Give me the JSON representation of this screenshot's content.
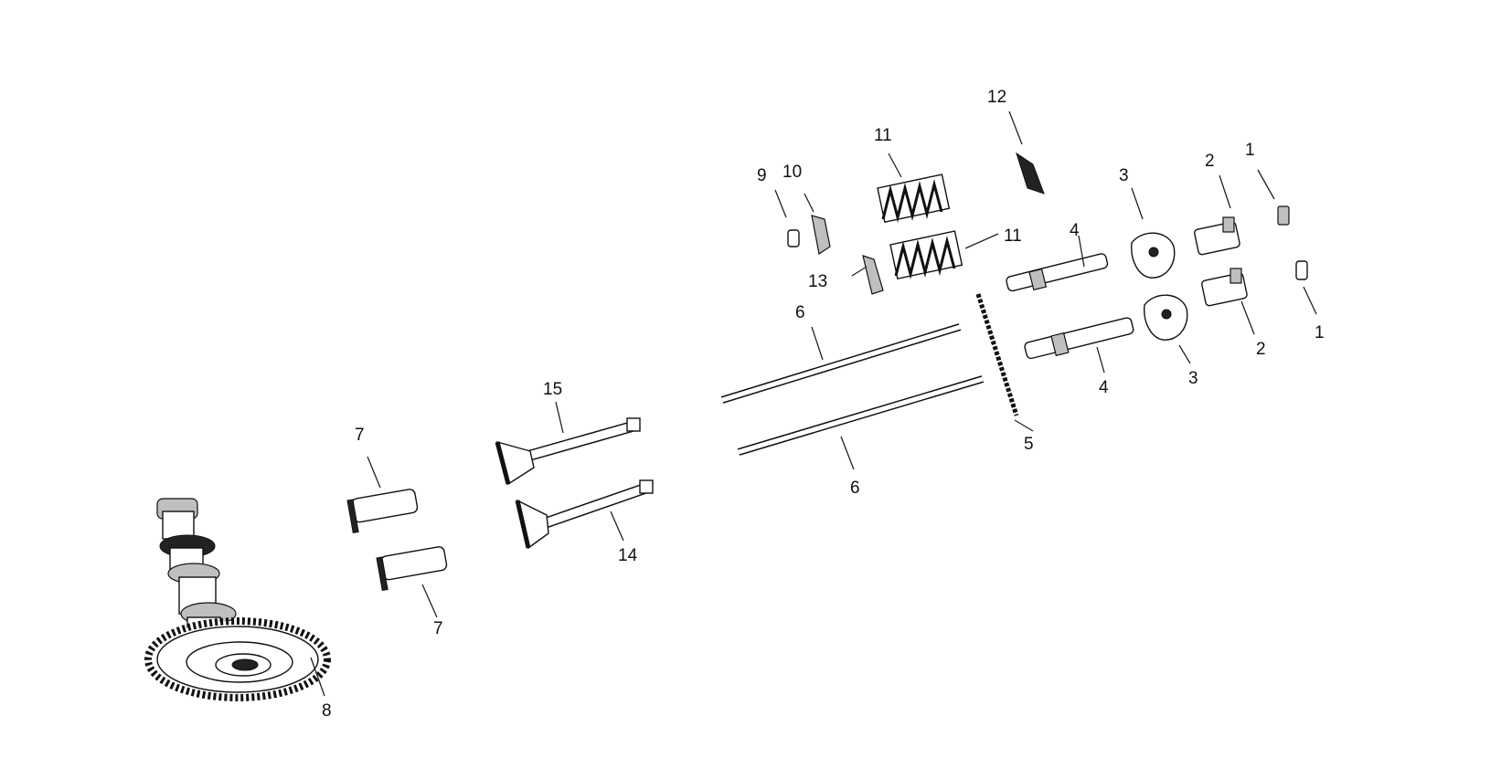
{
  "diagram": {
    "callouts": [
      {
        "id": "c1a",
        "text": "1"
      },
      {
        "id": "c1b",
        "text": "1"
      },
      {
        "id": "c2a",
        "text": "2"
      },
      {
        "id": "c2b",
        "text": "2"
      },
      {
        "id": "c3a",
        "text": "3"
      },
      {
        "id": "c3b",
        "text": "3"
      },
      {
        "id": "c4a",
        "text": "4"
      },
      {
        "id": "c4b",
        "text": "4"
      },
      {
        "id": "c5",
        "text": "5"
      },
      {
        "id": "c6a",
        "text": "6"
      },
      {
        "id": "c6b",
        "text": "6"
      },
      {
        "id": "c7a",
        "text": "7"
      },
      {
        "id": "c7b",
        "text": "7"
      },
      {
        "id": "c8",
        "text": "8"
      },
      {
        "id": "c9",
        "text": "9"
      },
      {
        "id": "c10",
        "text": "10"
      },
      {
        "id": "c11a",
        "text": "11"
      },
      {
        "id": "c11b",
        "text": "11"
      },
      {
        "id": "c12",
        "text": "12"
      },
      {
        "id": "c13",
        "text": "13"
      },
      {
        "id": "c14",
        "text": "14"
      },
      {
        "id": "c15",
        "text": "15"
      }
    ]
  }
}
